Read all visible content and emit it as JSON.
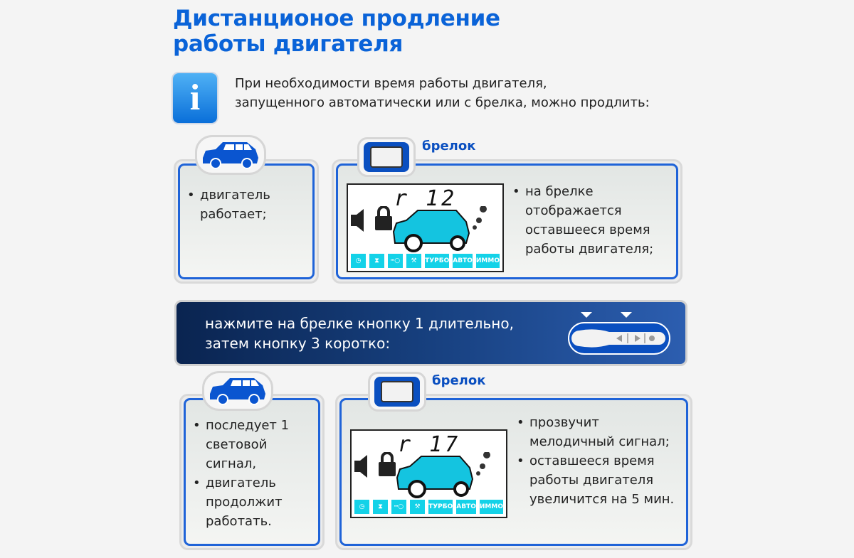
{
  "title": [
    "Дистанционое продление",
    "работы двигателя"
  ],
  "intro": [
    "При необходимости время работы двигателя,",
    "запущенного автоматически или с брелка, можно продлить:"
  ],
  "step1": {
    "car_bullets": [
      "двигатель работает;"
    ],
    "remote_label": "брелок",
    "lcd_digits": "r 12",
    "remote_bullets": [
      "на брелке отображается оставшееся время работы двигателя;"
    ]
  },
  "banner": {
    "lines": [
      "нажмите на брелке кнопку 1 длительно,",
      "затем кнопку 3 коротко:"
    ]
  },
  "step2": {
    "car_bullets": [
      "последует 1 световой сигнал,",
      "двигатель продолжит работать."
    ],
    "remote_label": "брелок",
    "lcd_digits": "r 17",
    "remote_bullets": [
      "прозвучит мелодичный сигнал;",
      "оставшееся время работы двигателя увеличится на 5 мин."
    ]
  },
  "lcd_icons": [
    "clock-icon",
    "hourglass-icon",
    "thermometer-icon",
    "wrench-icon",
    "ТУРБО",
    "АВТО",
    "ИММО"
  ],
  "colors": {
    "title": "#0a63d8",
    "frame": "#1f63d8",
    "lcd_car": "#14c4e0"
  }
}
